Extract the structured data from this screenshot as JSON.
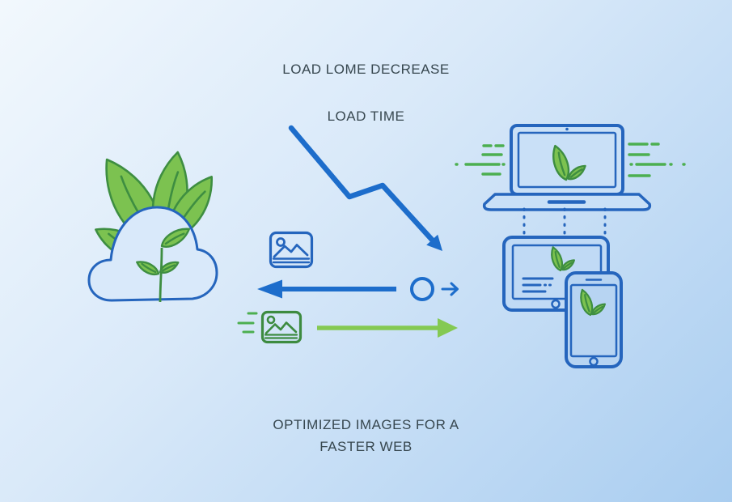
{
  "page": {
    "title_top": "LOAD LOME DECREASE",
    "decline_label": "LOAD TIME",
    "caption_line1": "OPTIMIZED IMAGES FOR A",
    "caption_line2": "FASTER WEB"
  },
  "colors": {
    "background_top_left": "#f2f8fd",
    "background_bottom_right": "#a9cdf0",
    "outline_blue": "#2565bd",
    "arrow_blue": "#1d6dcb",
    "leaf_green_fill": "#7cc250",
    "leaf_green_stroke": "#3e8e41",
    "speed_line_green": "#4caf50",
    "fast_arrow_green": "#84c952",
    "text_dark": "#37474f"
  },
  "icons": [
    "cloud-leaves-icon",
    "decline-trend-arrow-icon",
    "image-file-blue-icon",
    "image-file-green-fast-icon",
    "slow-left-arrow-icon",
    "loading-circle-icon",
    "small-right-arrow-icon",
    "fast-right-arrow-icon",
    "laptop-icon",
    "speed-dashes-icon",
    "sync-dotted-lines-icon",
    "tablet-icon",
    "smartphone-icon"
  ]
}
